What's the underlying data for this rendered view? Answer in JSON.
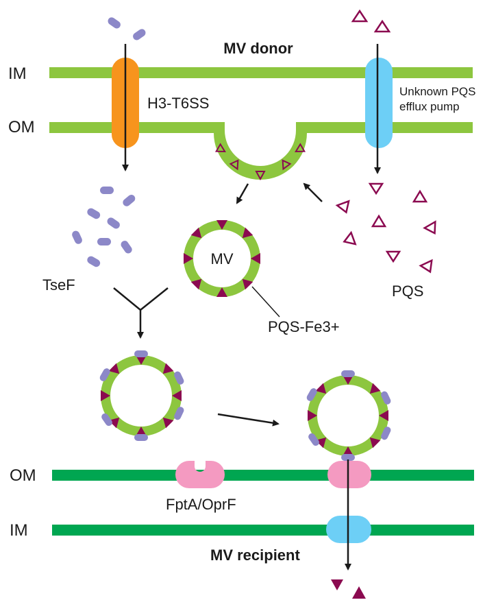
{
  "title": "MV donor",
  "bottom_title": "MV recipient",
  "labels": {
    "im_top": "IM",
    "om_top": "OM",
    "h3_t6ss": "H3-T6SS",
    "pump_line1": "Unknown PQS",
    "pump_line2": "efflux pump",
    "mv": "MV",
    "tsef": "TseF",
    "pqs": "PQS",
    "pqs_fe": "PQS-Fe3+",
    "om_bottom": "OM",
    "im_bottom": "IM",
    "fpta": "FptA/OprF"
  },
  "colors": {
    "membrane_top": "#8dc63f",
    "membrane_bottom": "#00a651",
    "t6ss": "#f7941d",
    "pump": "#6dcff6",
    "receptor": "#f49ac1",
    "tsef": "#8c88c8",
    "pqs": "#8b0a50",
    "arrow": "#1a1a1a"
  }
}
